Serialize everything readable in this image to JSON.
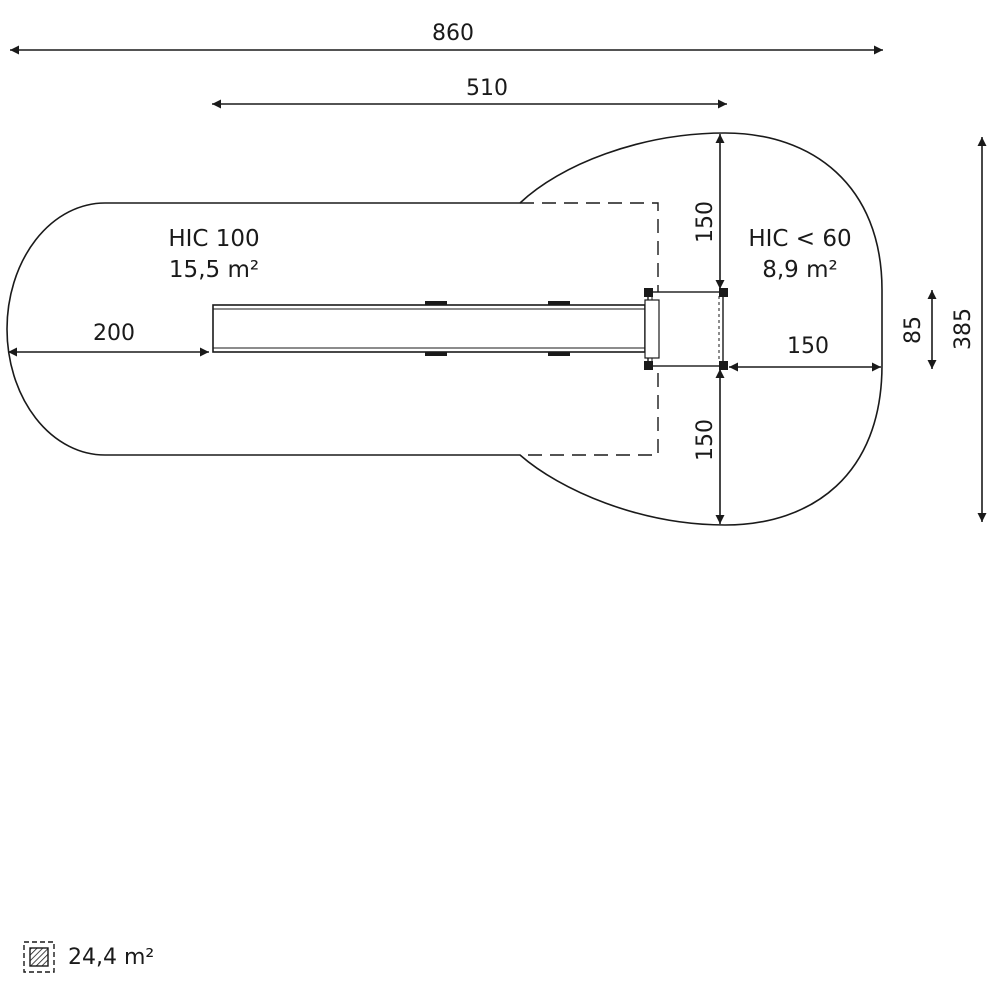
{
  "dimensions": {
    "overall_length": "860",
    "inner_length": "510",
    "left_zone": "200",
    "top_right": "150",
    "right_side": "150",
    "bottom_right": "150",
    "platform_depth": "85",
    "overall_width": "385"
  },
  "zones": {
    "left": {
      "hic": "HIC 100",
      "area": "15,5 m²"
    },
    "right": {
      "hic": "HIC < 60",
      "area": "8,9 m²"
    }
  },
  "legend": {
    "icon": "hatched-area-icon",
    "total_area": "24,4 m²"
  },
  "colors": {
    "line": "#1a1a1a",
    "background": "#ffffff"
  }
}
